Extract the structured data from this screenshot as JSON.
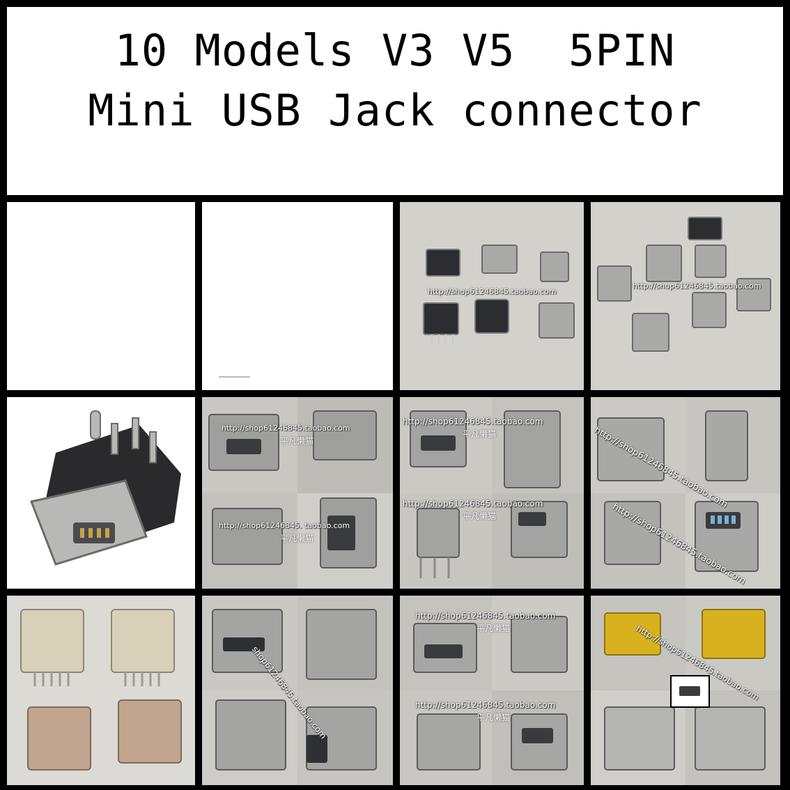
{
  "title": {
    "line1": "10 Models V3 V5  5PIN",
    "line2": "Mini USB Jack connector"
  },
  "watermarks": {
    "shop": "http://shop61246845.taobao.com",
    "shop_dot": "http://shop61246845. taobao.com",
    "shop_short": "shop61246845.taobao.com",
    "shop_cn": "平凡懒猫"
  },
  "colors": {
    "background": "#000000",
    "panel": "#ffffff",
    "photo_bg": "#d6d4cf",
    "metal": "#a9aaa8",
    "plastic": "#2b2d31",
    "yellow_tape": "#d8b21e"
  },
  "grid": {
    "rows": 3,
    "columns": 4,
    "blank_cells": 2,
    "photo_cells": 10
  }
}
